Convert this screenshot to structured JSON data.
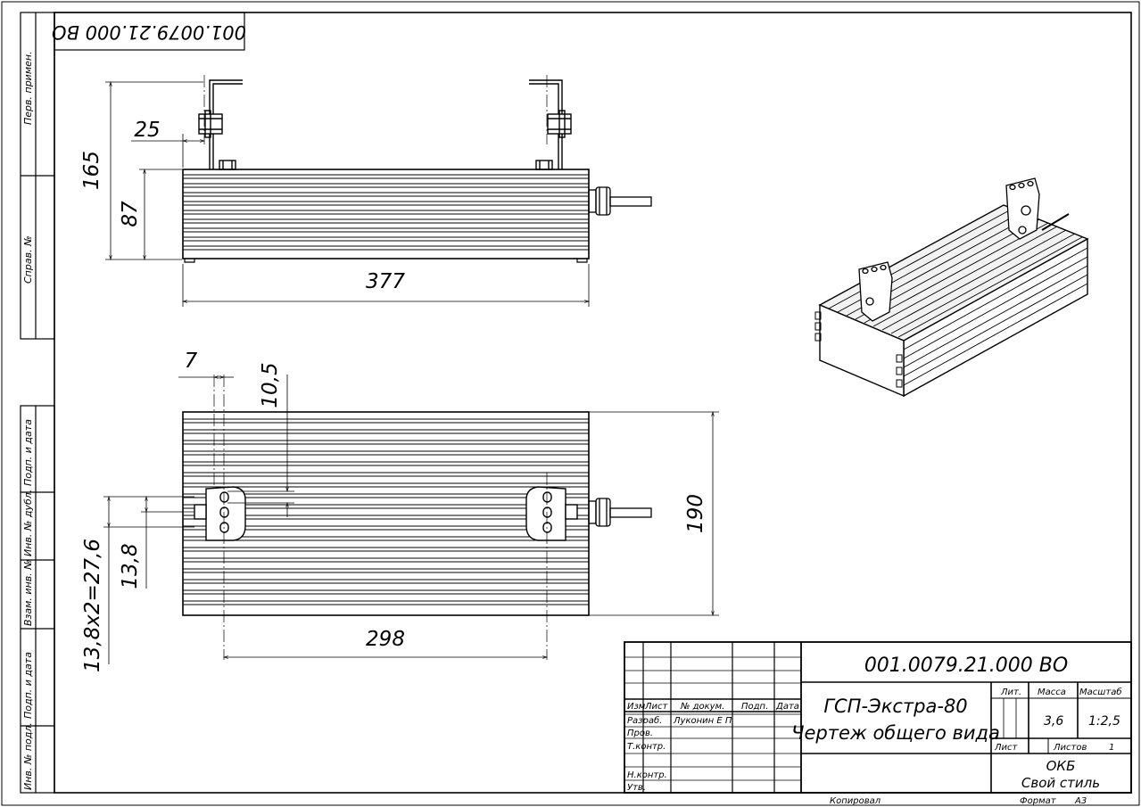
{
  "stamp": {
    "code_rotated": "001.0079.21.000 ВО"
  },
  "margin_labels": {
    "perv_primen": "Перв. примен.",
    "sprav_no": "Справ. №",
    "podp_data_1": "Подп. и дата",
    "inv_dubl": "Инв. № дубл.",
    "vzam_inv": "Взам. инв. №",
    "podp_data_2": "Подп. и дата",
    "inv_podl": "Инв. № подл."
  },
  "dimensions": {
    "top_height_total": "165",
    "top_height_body": "87",
    "top_offset": "25",
    "top_length": "377",
    "plan_offset": "7",
    "plan_slot": "10,5",
    "plan_width": "190",
    "plan_spacing": "13,8",
    "plan_spacing_total": "13,8x2=27,6",
    "plan_length": "298"
  },
  "title_block": {
    "doc_code": "001.0079.21.000 ВО",
    "product_name": "ГСП-Экстра-80",
    "doc_title": "Чертеж общего вида",
    "col_izm": "Изм",
    "col_list": "Лист",
    "col_docnum": "№ докум.",
    "col_podp": "Подп.",
    "col_data": "Дата",
    "row_razrab": "Разраб.",
    "razrab_name": "Луконин Е П",
    "row_prov": "Пров.",
    "row_tkontr": "Т.контр.",
    "row_nkontr": "Н.контр.",
    "row_utv": "Утв.",
    "lit_label": "Лит.",
    "massa_label": "Масса",
    "masshtab_label": "Масштаб",
    "massa_value": "3,6",
    "masshtab_value": "1:2,5",
    "list_label": "Лист",
    "listov_label": "Листов",
    "listov_value": "1",
    "org_line1": "ОКБ",
    "org_line2": "Свой стиль",
    "kopiroval": "Копировал",
    "format_label": "Формат",
    "format_value": "А3"
  }
}
